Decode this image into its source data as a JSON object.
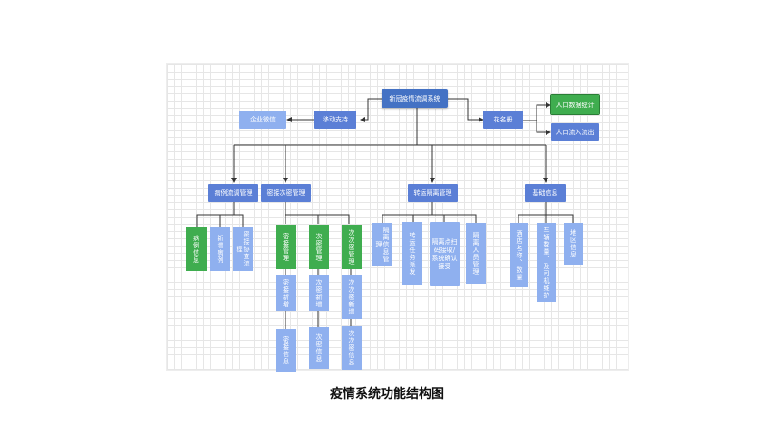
{
  "caption": "疫情系统功能结构图",
  "colors": {
    "primary": "#4472c4",
    "secondary": "#8fb0ef",
    "green": "#3fad4f",
    "line": "#333333",
    "grid": "#e6e6e6"
  },
  "nodes": {
    "root": "新冠疫情流调系统",
    "mobile": "移动支持",
    "wechat": "企业微信",
    "roster": "花名册",
    "pop_stats": "人口数据统计",
    "pop_flow": "人口流入流出",
    "case": "病例流调管理",
    "contact": "密接次密管理",
    "transfer": "转运隔离管理",
    "basic": "基础信息",
    "case_info": "病例信息",
    "new_case": "新增病例",
    "close_flow": "密接协查流程",
    "close_mgmt": "密接管理",
    "close_new": "密接新增",
    "close_info": "密接信息",
    "sub_mgmt": "次密管理",
    "sub_new": "次密新增",
    "sub_info": "次密信息",
    "subsub_mgmt": "次次密管理",
    "subsub_new": "次次密新增",
    "subsub_info": "次次密信息",
    "iso_info": "隔离信息管理",
    "transfer_task": "转运任务派发",
    "iso_point": "隔离点扫码接收/系统确认接受",
    "iso_staff": "隔离人员管理",
    "hotel": "酒店名称、数量",
    "vehicle": "车辆数量、及司机维护",
    "region": "地区信息"
  }
}
